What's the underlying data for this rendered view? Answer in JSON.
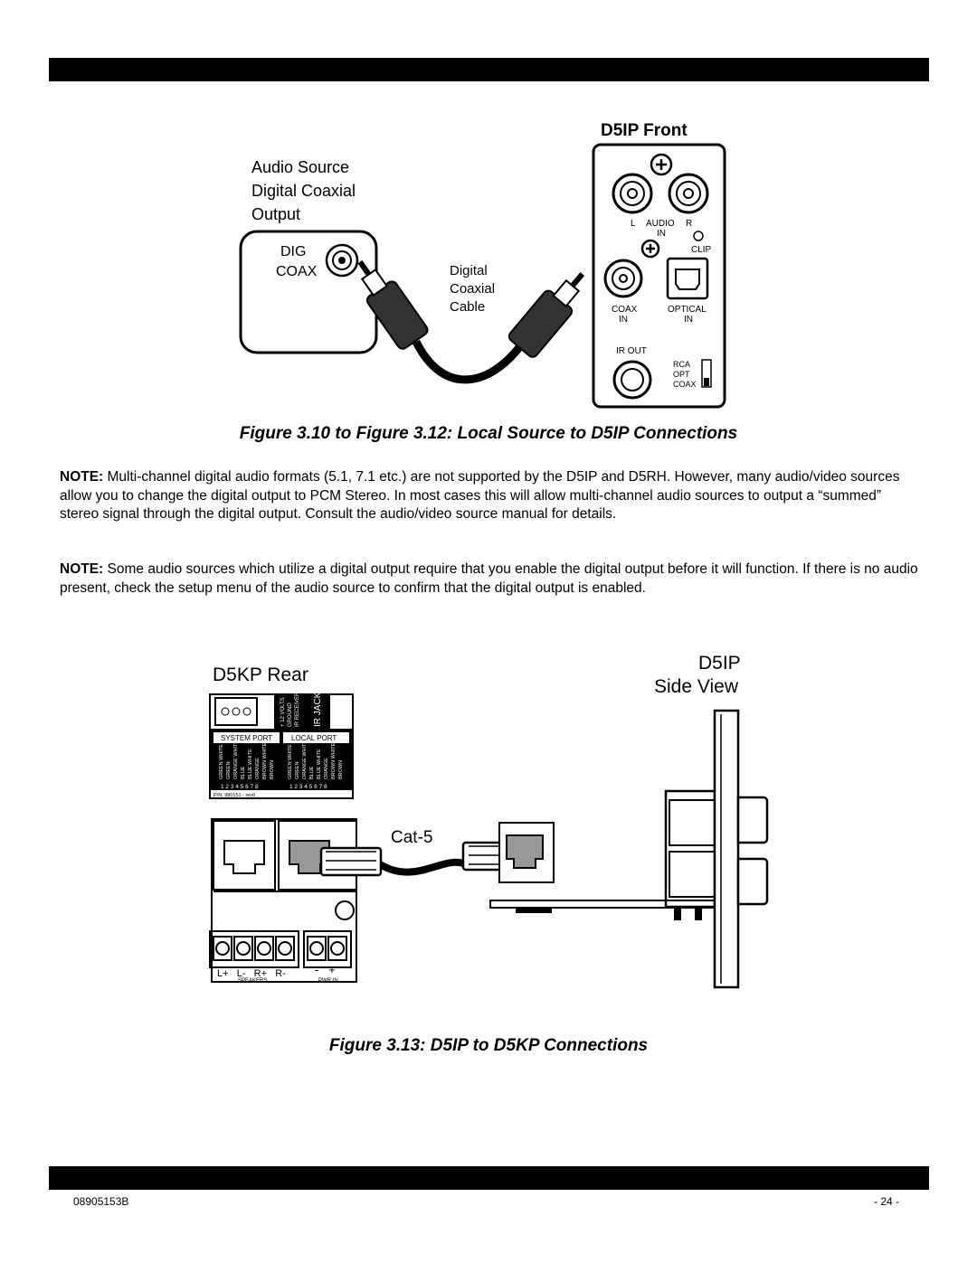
{
  "figure1": {
    "front_title": "D5IP Front",
    "source_label_lines": [
      "Audio Source",
      "Digital Coaxial",
      "Output"
    ],
    "dig_label": "DIG",
    "coax_label": "COAX",
    "cable_label_lines": [
      "Digital",
      "Coaxial",
      "Cable"
    ],
    "audio_in_labels": {
      "l": "L",
      "audio": "AUDIO",
      "r": "R",
      "in": "IN"
    },
    "clip_label": "CLIP",
    "coax_in_label": [
      "COAX",
      "IN"
    ],
    "optical_in_label": [
      "OPTICAL",
      "IN"
    ],
    "ir_out_label": "IR  OUT",
    "switch_labels": [
      "RCA",
      "OPT",
      "COAX"
    ]
  },
  "caption1": "Figure 3.10 to Figure 3.12: Local Source to D5IP Connections",
  "note1": {
    "label": "NOTE:",
    "text": " Multi-channel digital audio formats (5.1, 7.1 etc.) are not supported by the D5IP and D5RH. However, many audio/video sources allow you to change the digital output to PCM Stereo. In most cases this will allow multi-channel audio sources to output a “summed” stereo signal through the digital output. Consult the audio/video source manual for details."
  },
  "note2": {
    "label": "NOTE:",
    "text": " Some audio sources which utilize a digital output require that you enable the digital output before it will function. If there is no audio present, check the setup menu of the audio source to confirm that the digital output is enabled."
  },
  "figure2": {
    "rear_title": "D5KP Rear",
    "side_title_lines": [
      "D5IP",
      "Side View"
    ],
    "cable_label": "Cat-5",
    "ir_jack_label": "IR JACK",
    "ir_pin_labels": [
      "+ 12 VOLTS",
      "GROUND",
      "IR RECEIVER"
    ],
    "system_port_label": "SYSTEM PORT",
    "local_port_label": "LOCAL PORT",
    "wire_colors": [
      "GREEN WHITE",
      "GREEN",
      "ORANGE WHITE",
      "BLUE",
      "BLUE WHITE",
      "ORANGE",
      "BROWN WHITE",
      "BROWN"
    ],
    "pin_numbers": "1 2 3 4 5 6 7 8",
    "part_number": "P/N: 980151 - rev0",
    "speaker_terminals": "L+   L-   R+   R-",
    "speakers_label": "SPEAKERS",
    "power_terminals": "-   +",
    "power_label": "PWR IN"
  },
  "caption2": "Figure 3.13: D5IP to D5KP Connections",
  "footer": {
    "doc_number": "08905153B",
    "page": "- 24 -"
  }
}
